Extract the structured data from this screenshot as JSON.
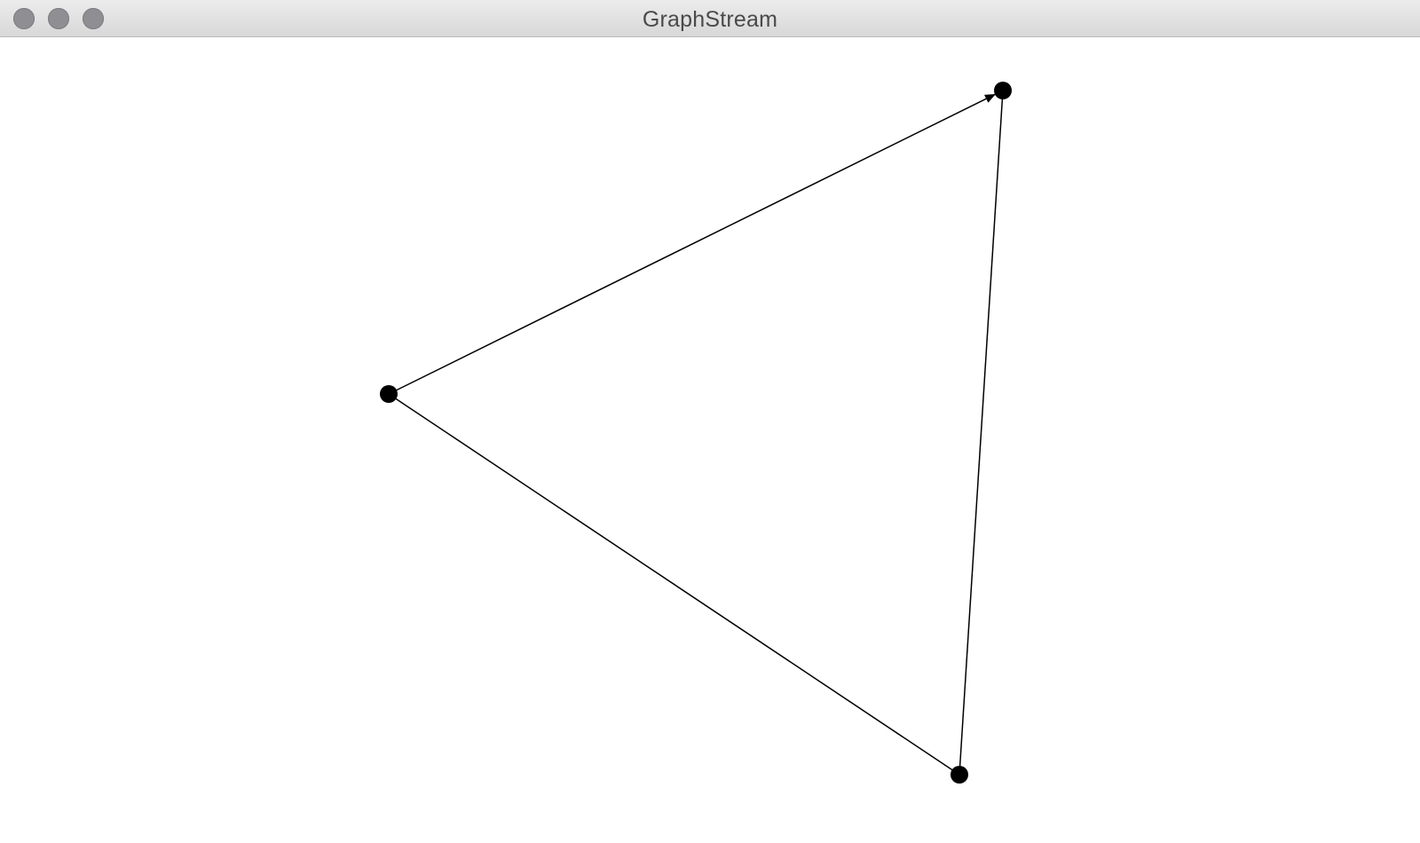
{
  "window": {
    "title": "GraphStream"
  },
  "graph": {
    "node_color": "#000000",
    "edge_color": "#000000",
    "background_color": "#ffffff",
    "nodes": [
      {
        "id": "node-top-right"
      },
      {
        "id": "node-left"
      },
      {
        "id": "node-bottom-right"
      }
    ],
    "edges": [
      {
        "from": "node-left",
        "to": "node-top-right",
        "directed": true
      },
      {
        "from": "node-bottom-right",
        "to": "node-top-right",
        "directed": false
      },
      {
        "from": "node-left",
        "to": "node-bottom-right",
        "directed": false
      }
    ]
  }
}
